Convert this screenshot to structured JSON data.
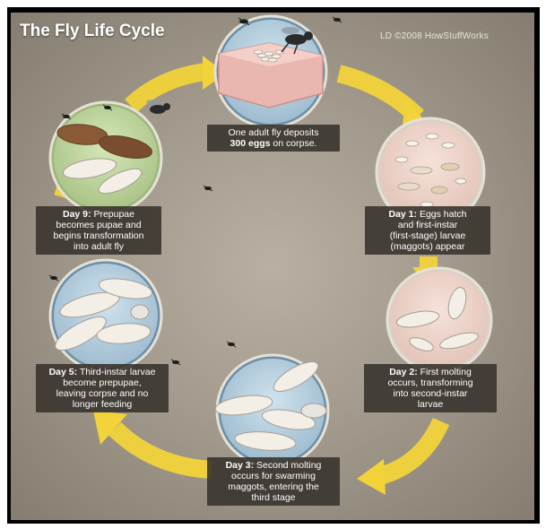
{
  "title": "The Fly Life Cycle",
  "credit": "LD ©2008 HowStuffWorks",
  "stages": {
    "eggs": {
      "text_a": "One adult fly deposits",
      "text_b": "300 eggs",
      "text_c": "on corpse."
    },
    "day1": {
      "day": "Day 1:",
      "line1": "Eggs hatch",
      "line2": "and first-instar",
      "line3": "(first-stage) larvae",
      "line4": "(maggots) appear"
    },
    "day2": {
      "day": "Day 2:",
      "line1": "First molting",
      "line2": "occurs, transforming",
      "line3": "into second-instar",
      "line4": "larvae"
    },
    "day3": {
      "day": "Day 3:",
      "line1": "Second molting",
      "line2": "occurs for swarming",
      "line3": "maggots, entering the",
      "line4": "third stage"
    },
    "day5": {
      "day": "Day 5:",
      "line1": "Third-instar larvae",
      "line2": "become prepupae,",
      "line3": "leaving corpse and no",
      "line4": "longer feeding"
    },
    "day9": {
      "day": "Day 9:",
      "line1": "Prepupae",
      "line2": "becomes pupae and",
      "line3": "begins transformation",
      "line4": "into adult fly"
    }
  },
  "colors": {
    "arrow": "#f2d33a",
    "caption_bg": "#38342e",
    "circle_rim": "#e6e1d6"
  }
}
